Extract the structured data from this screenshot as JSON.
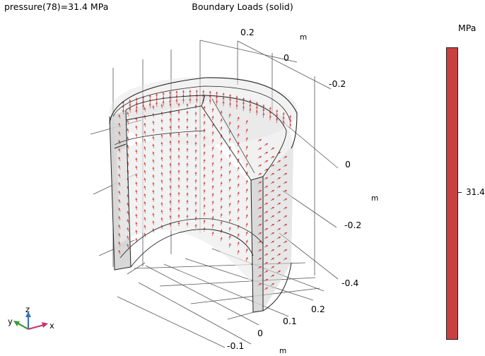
{
  "header": {
    "expression": "pressure(78)=31.4 MPa",
    "plot_title": "Boundary Loads (solid)"
  },
  "axes": {
    "unit": "m",
    "y_ticks": [
      "0.2",
      "0",
      "-0.2"
    ],
    "z_ticks": [
      "0",
      "-0.2",
      "-0.4"
    ],
    "x_ticks": [
      "0.2",
      "0.1",
      "0",
      "-0.1"
    ]
  },
  "triad": {
    "z": "z",
    "y": "y",
    "x": "x",
    "colors": {
      "z": "#3a6fb8",
      "y": "#3c9a3c",
      "x": "#d0306a"
    }
  },
  "colorbar": {
    "unit": "MPa",
    "value_label": "31.4",
    "color": "#c84040"
  },
  "colors": {
    "arrow": "#c84040",
    "solid": "#d4d4d4",
    "grid": "#555555"
  }
}
